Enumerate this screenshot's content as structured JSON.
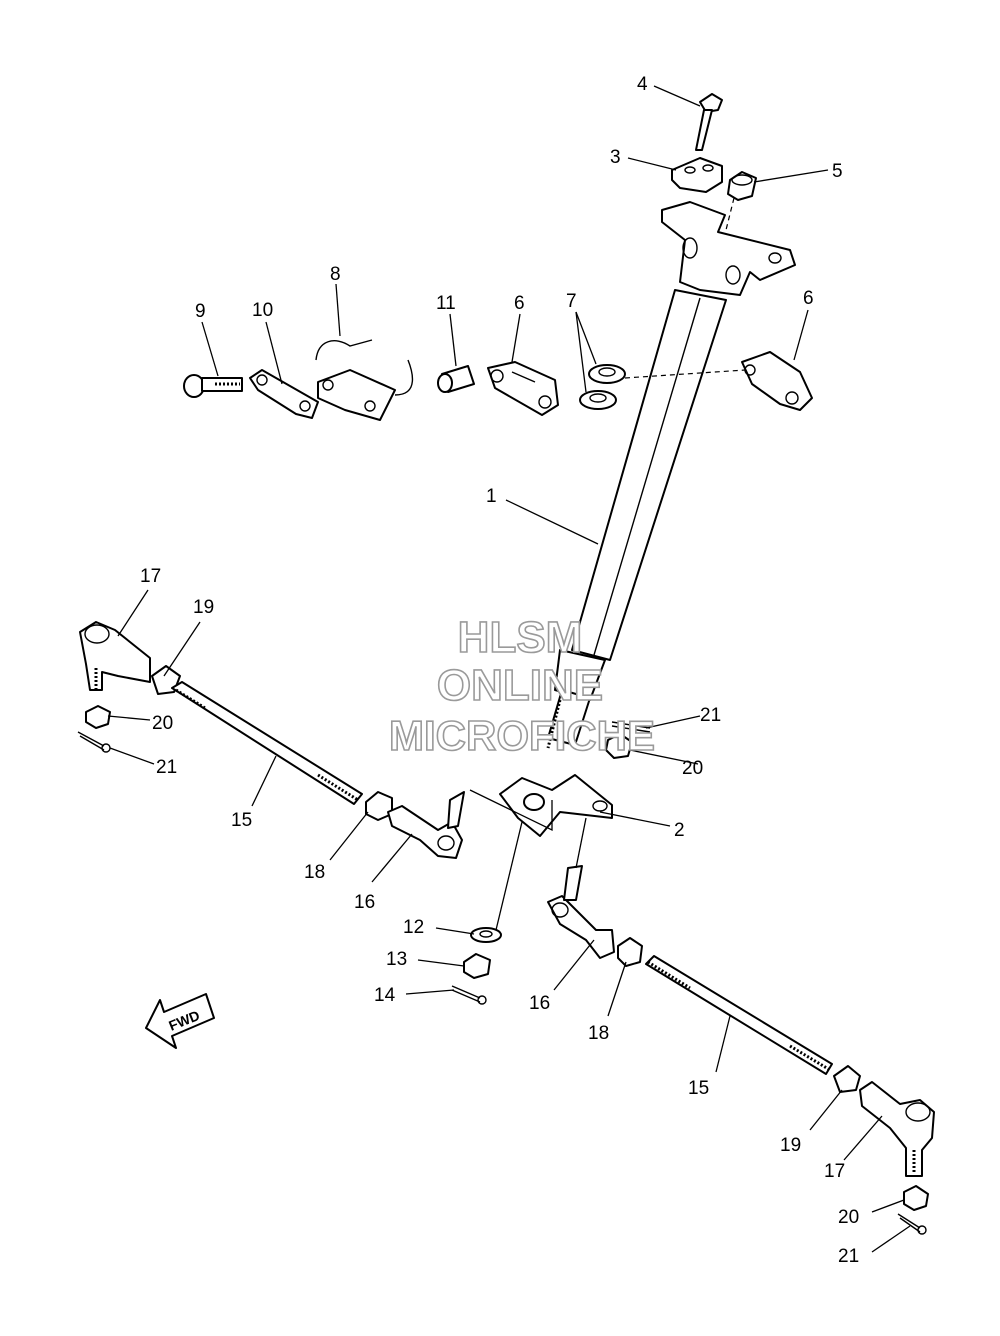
{
  "callouts": {
    "c1": "1",
    "c2": "2",
    "c3": "3",
    "c4": "4",
    "c5": "5",
    "c6a": "6",
    "c6b": "6",
    "c7": "7",
    "c8": "8",
    "c9": "9",
    "c10": "10",
    "c11": "11",
    "c12": "12",
    "c13": "13",
    "c14": "14",
    "c15a": "15",
    "c15b": "15",
    "c16a": "16",
    "c16b": "16",
    "c17a": "17",
    "c17b": "17",
    "c18a": "18",
    "c18b": "18",
    "c19a": "19",
    "c19b": "19",
    "c20a": "20",
    "c20b": "20",
    "c20c": "20",
    "c21a": "21",
    "c21b": "21",
    "c21c": "21"
  },
  "watermark": {
    "line1": "HLSM",
    "line2": "ONLINE",
    "line3": "MICROFICHE"
  },
  "fwd_label": "FWD"
}
